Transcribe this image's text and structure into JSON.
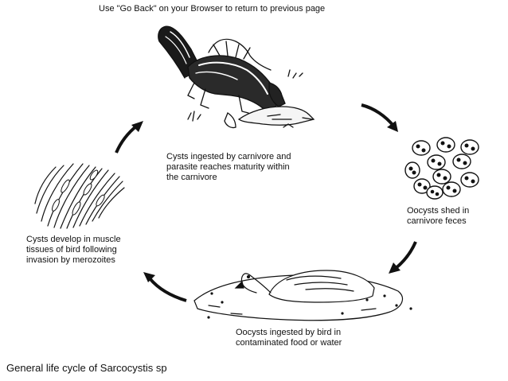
{
  "header": {
    "note": "Use \"Go Back\" on your Browser to return to previous page"
  },
  "cycle": {
    "stages": [
      {
        "id": "carnivore",
        "label": "Cysts ingested by carnivore and\nparasite reaches maturity within\nthe carnivore",
        "icon": "skunk-eating-bird-icon"
      },
      {
        "id": "oocysts-shed",
        "label": "Oocysts shed in\ncarnivore feces",
        "icon": "oocysts-icon"
      },
      {
        "id": "bird",
        "label": "Oocysts ingested by bird in\ncontaminated food or water",
        "icon": "duck-icon"
      },
      {
        "id": "muscle",
        "label": "Cysts develop in muscle\ntissues of bird following\ninvasion by merozoites",
        "icon": "muscle-tissue-icon"
      }
    ]
  },
  "caption": "General life cycle of Sarcocystis sp"
}
